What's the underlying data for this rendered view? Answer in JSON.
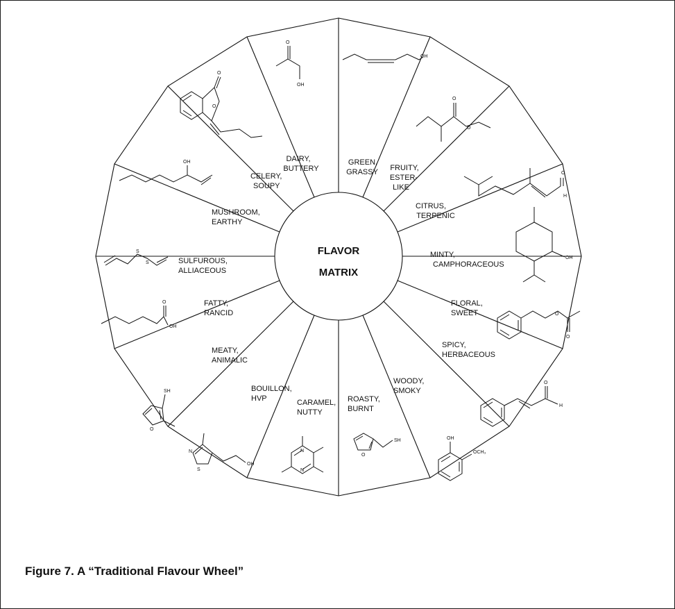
{
  "center": {
    "line1": "FLAVOR",
    "line2": "MATRIX"
  },
  "segments": [
    {
      "l1": "DAIRY,",
      "l2": "BUTTERY"
    },
    {
      "l1": "GREEN,",
      "l2": "GRASSY"
    },
    {
      "l1": "FRUITY,",
      "l2": "ESTER-",
      "l3": "LIKE"
    },
    {
      "l1": "CITRUS,",
      "l2": "TERPENIC"
    },
    {
      "l1": "MINTY,",
      "l2": "CAMPHORACEOUS"
    },
    {
      "l1": "FLORAL,",
      "l2": "SWEET"
    },
    {
      "l1": "SPICY,",
      "l2": "HERBACEOUS"
    },
    {
      "l1": "WOODY,",
      "l2": "SMOKY"
    },
    {
      "l1": "ROASTY,",
      "l2": "BURNT"
    },
    {
      "l1": "CARAMEL,",
      "l2": "NUTTY"
    },
    {
      "l1": "BOUILLON,",
      "l2": "HVP"
    },
    {
      "l1": "MEATY,",
      "l2": "ANIMALIC"
    },
    {
      "l1": "FATTY,",
      "l2": "RANCID"
    },
    {
      "l1": "SULFUROUS,",
      "l2": "ALLIACEOUS"
    },
    {
      "l1": "MUSHROOM,",
      "l2": "EARTHY"
    },
    {
      "l1": "CELERY,",
      "l2": "SOUPY"
    }
  ],
  "atoms": {
    "oh": "OH",
    "o": "O",
    "h": "H",
    "sh": "SH",
    "s": "S",
    "n": "N",
    "och3": "OCH₃"
  },
  "caption": "Figure 7. A “Traditional Flavour Wheel”"
}
